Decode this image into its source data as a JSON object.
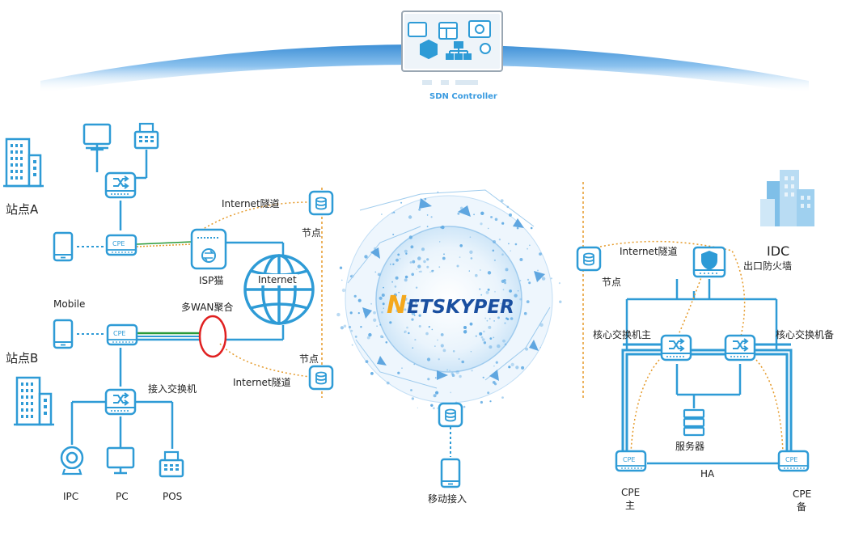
{
  "diagram": {
    "controller_label": "SDN Controller",
    "site_a": "站点A",
    "site_b": "站点B",
    "mobile": "Mobile",
    "internet_tunnel_1": "Internet隧道",
    "internet_tunnel_2": "Internet隧道",
    "internet_tunnel_3": "Internet隧道",
    "node_1": "节点",
    "node_2": "节点",
    "node_3": "节点",
    "isp_modem": "ISP猫",
    "internet": "Internet",
    "multi_wan": "多WAN聚合",
    "access_switch": "接入交换机",
    "cpe_a": "CPE",
    "cpe_b": "CPE",
    "ipc": "IPC",
    "pc": "PC",
    "pos": "POS",
    "logo": "ETSKYPER",
    "logo_initial": "N",
    "mobile_access": "移动接入",
    "idc": "IDC",
    "exit_firewall": "出口防火墙",
    "core_switch_main": "核心交换机主",
    "core_switch_backup": "核心交换机备",
    "server": "服务器",
    "ha": "HA",
    "cpe_main": "CPE",
    "cpe_main_sub": "主",
    "cpe_backup": "CPE",
    "cpe_backup_sub": "备",
    "cpe_main_badge": "CPE",
    "cpe_backup_badge": "CPE"
  },
  "colors": {
    "device_blue": "#2e9bd6",
    "line_blue": "#3aa5dc",
    "tunnel_orange": "#e59a2a",
    "wan_red": "#e02020",
    "wan_green": "#2a9a3a"
  }
}
